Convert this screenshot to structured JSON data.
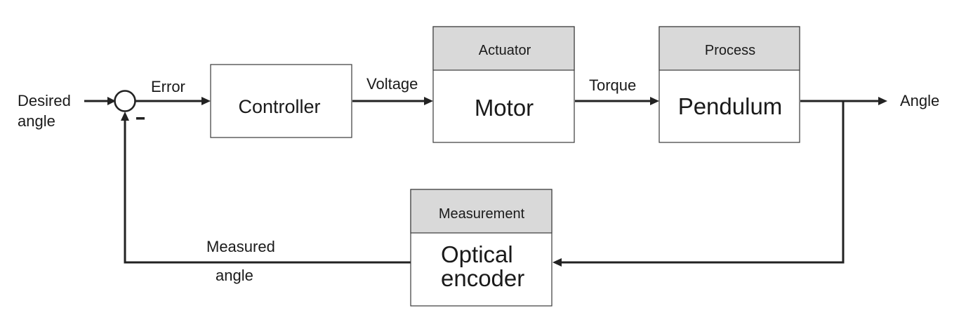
{
  "input": {
    "line1": "Desired",
    "line2": "angle"
  },
  "summing_junction": {
    "minus_sign": "-"
  },
  "signals": {
    "error": "Error",
    "voltage": "Voltage",
    "torque": "Torque",
    "output": "Angle",
    "feedback_line1": "Measured",
    "feedback_line2": "angle"
  },
  "blocks": {
    "controller": {
      "label": "Controller"
    },
    "actuator": {
      "header": "Actuator",
      "label": "Motor"
    },
    "process": {
      "header": "Process",
      "label": "Pendulum"
    },
    "measurement": {
      "header": "Measurement",
      "line1": "Optical",
      "line2": "encoder"
    }
  }
}
